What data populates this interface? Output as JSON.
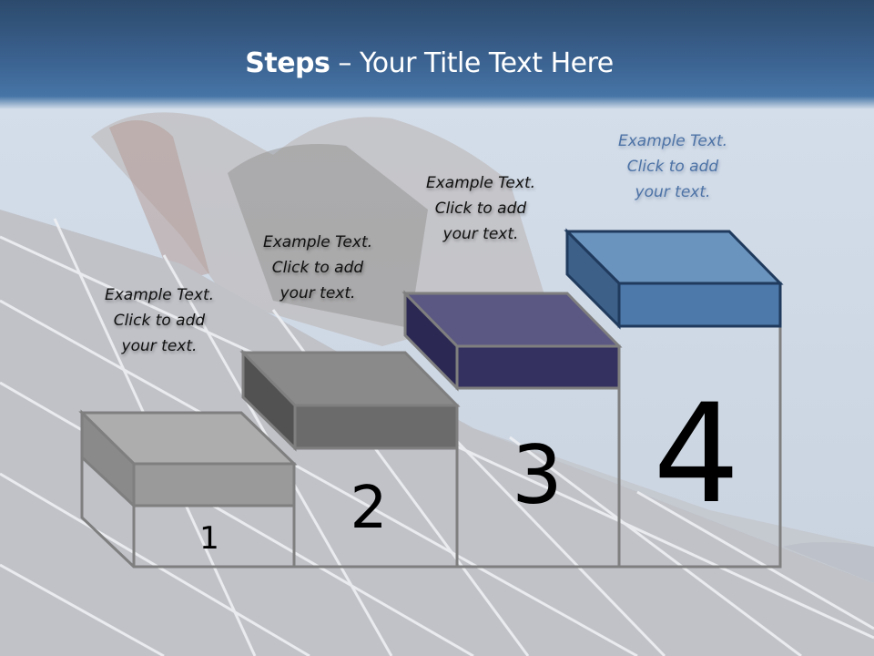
{
  "slide": {
    "title_bold": "Steps",
    "title_rest": " – Your Title Text Here",
    "colors": {
      "header_top": "#2c4a6c",
      "header_bottom": "#4675a6",
      "step1": "#9a9a9a",
      "step2": "#6b6b6b",
      "step3": "#34305f",
      "step4": "#4c78aa",
      "outline": "#7f7f7f"
    }
  },
  "steps": [
    {
      "number": "1",
      "caption_line1": "Example Text.",
      "caption_line2": "Click  to add",
      "caption_line3": "your text."
    },
    {
      "number": "2",
      "caption_line1": "Example Text.",
      "caption_line2": "Click  to add",
      "caption_line3": "your text."
    },
    {
      "number": "3",
      "caption_line1": "Example Text.",
      "caption_line2": "Click  to add",
      "caption_line3": "your text."
    },
    {
      "number": "4",
      "caption_line1": "Example Text.",
      "caption_line2": "Click  to add",
      "caption_line3": "your text."
    }
  ]
}
